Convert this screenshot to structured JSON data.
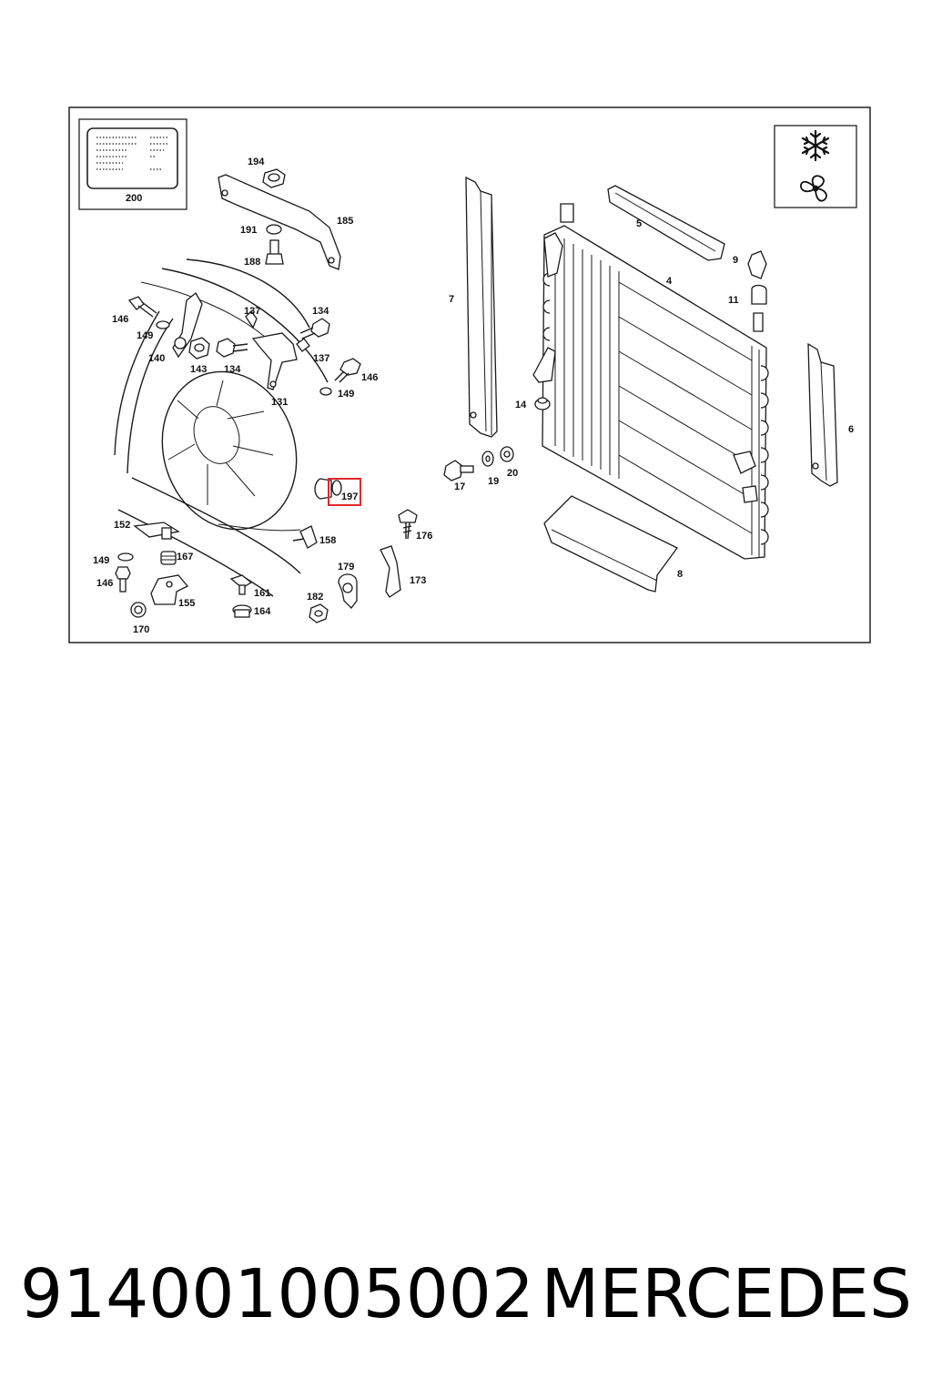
{
  "caption": {
    "part_number": "914001005002",
    "brand": "MERCEDES"
  },
  "inset": {
    "label": "200"
  },
  "symbols": {
    "top": "snowflake-icon",
    "bottom": "fan-icon"
  },
  "highlight": {
    "label": "197",
    "color": "#e0282e"
  },
  "callouts": [
    {
      "id": "c194",
      "text": "194"
    },
    {
      "id": "c185",
      "text": "185"
    },
    {
      "id": "c191",
      "text": "191"
    },
    {
      "id": "c188",
      "text": "188"
    },
    {
      "id": "c146a",
      "text": "146"
    },
    {
      "id": "c149a",
      "text": "149"
    },
    {
      "id": "c137a",
      "text": "137"
    },
    {
      "id": "c134a",
      "text": "134"
    },
    {
      "id": "c140",
      "text": "140"
    },
    {
      "id": "c143",
      "text": "143"
    },
    {
      "id": "c134b",
      "text": "134"
    },
    {
      "id": "c137b",
      "text": "137"
    },
    {
      "id": "c146b",
      "text": "146"
    },
    {
      "id": "c149b",
      "text": "149"
    },
    {
      "id": "c131",
      "text": "131"
    },
    {
      "id": "c7",
      "text": "7"
    },
    {
      "id": "c5",
      "text": "5"
    },
    {
      "id": "c4",
      "text": "4"
    },
    {
      "id": "c9",
      "text": "9"
    },
    {
      "id": "c11",
      "text": "11"
    },
    {
      "id": "c14",
      "text": "14"
    },
    {
      "id": "c6",
      "text": "6"
    },
    {
      "id": "c17",
      "text": "17"
    },
    {
      "id": "c19",
      "text": "19"
    },
    {
      "id": "c20",
      "text": "20"
    },
    {
      "id": "c152",
      "text": "152"
    },
    {
      "id": "c149c",
      "text": "149"
    },
    {
      "id": "c167",
      "text": "167"
    },
    {
      "id": "c146c",
      "text": "146"
    },
    {
      "id": "c155",
      "text": "155"
    },
    {
      "id": "c170",
      "text": "170"
    },
    {
      "id": "c161",
      "text": "161"
    },
    {
      "id": "c164",
      "text": "164"
    },
    {
      "id": "c158",
      "text": "158"
    },
    {
      "id": "c176",
      "text": "176"
    },
    {
      "id": "c179",
      "text": "179"
    },
    {
      "id": "c182",
      "text": "182"
    },
    {
      "id": "c173",
      "text": "173"
    },
    {
      "id": "c8",
      "text": "8"
    }
  ]
}
